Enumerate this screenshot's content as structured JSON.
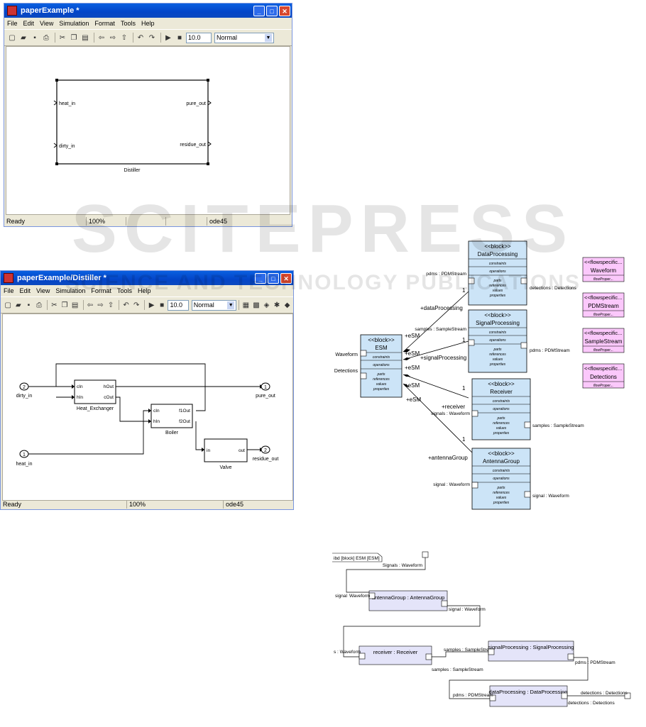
{
  "win1": {
    "title": "paperExample *",
    "menu": [
      "File",
      "Edit",
      "View",
      "Simulation",
      "Format",
      "Tools",
      "Help"
    ],
    "stop_time": "10.0",
    "sim_mode": "Normal",
    "block": {
      "name": "Distiller",
      "ports_in": [
        "heat_in",
        "dirty_in"
      ],
      "ports_out": [
        "pure_out",
        "residue_out"
      ]
    },
    "status": {
      "state": "Ready",
      "zoom": "100%",
      "solver": "ode45"
    }
  },
  "win2": {
    "title": "paperExample/Distiller *",
    "menu": [
      "File",
      "Edit",
      "View",
      "Simulation",
      "Format",
      "Tools",
      "Help"
    ],
    "stop_time": "10.0",
    "sim_mode": "Normal",
    "inports": [
      {
        "num": "2",
        "label": "dirty_in"
      },
      {
        "num": "1",
        "label": "heat_in"
      }
    ],
    "outports": [
      {
        "num": "1",
        "label": "pure_out"
      },
      {
        "num": "2",
        "label": "residue_out"
      }
    ],
    "heat_exchanger": {
      "name": "Heat_Exchanger",
      "ports": [
        "cIn",
        "hIn",
        "hOut",
        "cOut"
      ]
    },
    "boiler": {
      "name": "Boiler",
      "ports": [
        "cIn",
        "hIn",
        "f1Out",
        "f2Out"
      ]
    },
    "valve": {
      "name": "Valve",
      "ports": [
        "in",
        "out"
      ]
    },
    "status": {
      "state": "Ready",
      "zoom": "100%",
      "solver": "ode45"
    }
  },
  "bdd": {
    "stereotype": "<<block>>",
    "compartments": [
      "constraints",
      "operations",
      "parts",
      "references",
      "values",
      "properties"
    ],
    "esm": {
      "name": "ESM",
      "left_ports": [
        "Waveform",
        "Detections"
      ]
    },
    "blocks": [
      {
        "name": "DataProcessing",
        "port_left": "pdms : PDMStream",
        "port_right": "detections : Detections"
      },
      {
        "name": "SignalProcessing",
        "port_left": "samples : SampleStream",
        "port_right": "pdms : PDMStream"
      },
      {
        "name": "Receiver",
        "port_left": "signals : Waveform",
        "port_right": "samples : SampleStream"
      },
      {
        "name": "AntennaGroup",
        "port_left": "signal : Waveform",
        "port_right": "signal : Waveform"
      }
    ],
    "roles": [
      "+dataProcessing",
      "+signalProcessing",
      "+receiver",
      "+antennaGroup"
    ],
    "esm_role": "+eSM",
    "multiplicity": "1",
    "flowspecs": {
      "stereotype": "<<flowspecific...",
      "sub": "flowProper...",
      "names": [
        "Waveform",
        "PDMStream",
        "SampleStream",
        "Detections"
      ]
    }
  },
  "ibd": {
    "header": "ibd [block] ESM [ESM]",
    "boundary_port": "Signals : Waveform",
    "parts": [
      "antennaGroup : AntennaGroup",
      "receiver : Receiver",
      "signalProcessing : SignalProcessing",
      "dataProcessing : DataProcessing"
    ],
    "labels": {
      "ag_in_signal": "signal",
      "ag_in_type": "Waveform",
      "ag_out": "signal : Waveform",
      "rx_in": "s : Waveform",
      "rx_out_top": "samples : SampleStream",
      "rx_out_bottom": "samples : SampleStream",
      "sp_out": "pdms : PDMStream",
      "dp_in": "pdms : PDMStream",
      "dp_out_top": "detections : Detections",
      "dp_out_bottom": "detections : Detections"
    }
  },
  "watermark": {
    "big": "SCITEPRESS",
    "small": "SCIENCE AND TECHNOLOGY PUBLICATIONS"
  }
}
